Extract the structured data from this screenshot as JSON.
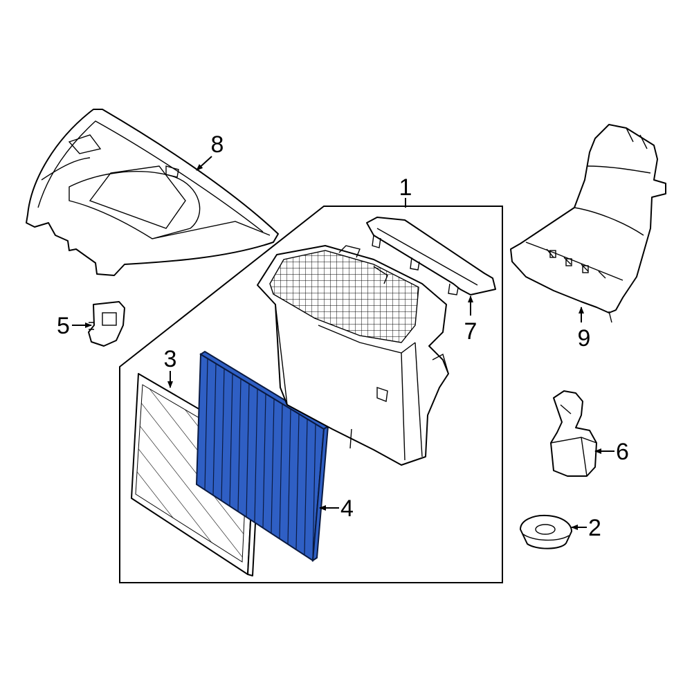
{
  "diagram": {
    "highlight_color": "#2f5fc4",
    "callouts": [
      {
        "id": "1",
        "label": "1",
        "part": "air-cleaner-assembly"
      },
      {
        "id": "2",
        "label": "2",
        "part": "grommet"
      },
      {
        "id": "3",
        "label": "3",
        "part": "filter-element"
      },
      {
        "id": "4",
        "label": "4",
        "part": "filter-element-highlighted"
      },
      {
        "id": "5",
        "label": "5",
        "part": "clip"
      },
      {
        "id": "6",
        "label": "6",
        "part": "mount-bracket"
      },
      {
        "id": "7",
        "label": "7",
        "part": "upper-bracket"
      },
      {
        "id": "8",
        "label": "8",
        "part": "cover"
      },
      {
        "id": "9",
        "label": "9",
        "part": "intake-duct"
      }
    ]
  }
}
